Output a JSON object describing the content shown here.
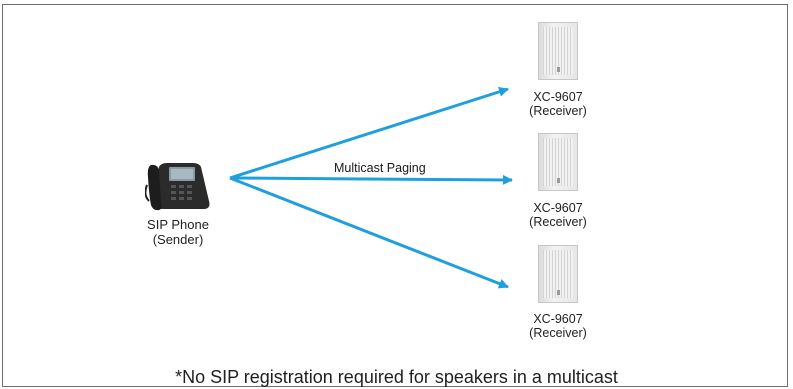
{
  "sender": {
    "name": "SIP Phone",
    "role": "(Sender)",
    "icon": "ip-phone-icon"
  },
  "connection_label": "Multicast Paging",
  "receivers": [
    {
      "model": "XC-9607",
      "role": "(Receiver)",
      "icon": "wall-speaker-icon"
    },
    {
      "model": "XC-9607",
      "role": "(Receiver)",
      "icon": "wall-speaker-icon"
    },
    {
      "model": "XC-9607",
      "role": "(Receiver)",
      "icon": "wall-speaker-icon"
    }
  ],
  "footnote": "*No SIP registration required for speakers in a multicast",
  "colors": {
    "arrow": "#1fa0dd",
    "border": "#6f6f6f"
  }
}
